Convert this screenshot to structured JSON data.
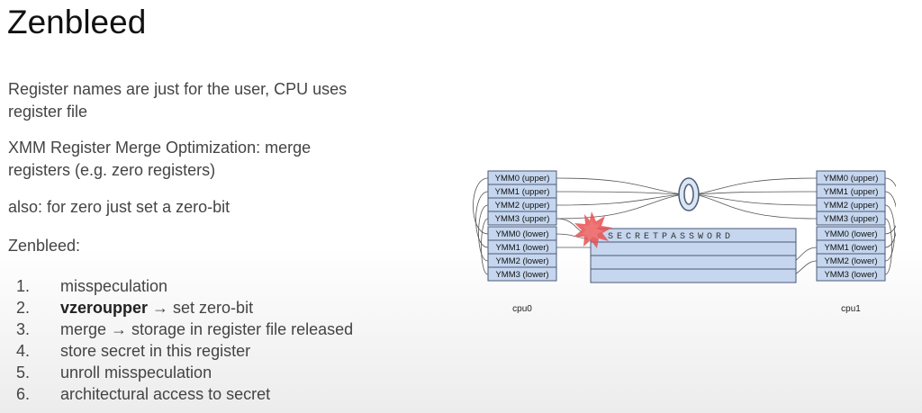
{
  "slide": {
    "title": "Zenbleed",
    "paragraphs": [
      "Register names are just for the user, CPU uses register file",
      "XMM Register Merge Optimization: merge registers (e.g. zero registers)",
      "also: for zero just set a zero-bit",
      "Zenbleed:"
    ],
    "steps": [
      {
        "num": "1.",
        "text": "misspeculation"
      },
      {
        "num": "2.",
        "bold": "vzeroupper",
        "text": " → set zero-bit"
      },
      {
        "num": "3.",
        "text": "merge → storage in register file released"
      },
      {
        "num": "4.",
        "text": "store secret in this register"
      },
      {
        "num": "5.",
        "text": "unroll misspeculation"
      },
      {
        "num": "6.",
        "text": "architectural access to secret"
      }
    ]
  },
  "diagram": {
    "cpu0": {
      "label": "cpu0",
      "registers": [
        "YMM0 (upper)",
        "YMM1 (upper)",
        "YMM2 (upper)",
        "YMM3 (upper)",
        "YMM0 (lower)",
        "YMM1 (lower)",
        "YMM2 (lower)",
        "YMM3 (lower)"
      ]
    },
    "cpu1": {
      "label": "cpu1",
      "registers": [
        "YMM0 (upper)",
        "YMM1 (upper)",
        "YMM2 (upper)",
        "YMM3 (upper)",
        "YMM0 (lower)",
        "YMM1 (lower)",
        "YMM2 (lower)",
        "YMM3 (lower)"
      ]
    },
    "register_file": {
      "secret": "SECRETPASSWORD"
    },
    "colors": {
      "register_fill": "#c5d6ee",
      "register_stroke": "#4a5a78",
      "burst": "#e85050",
      "zero_bit_fill": "#dbe6f4"
    }
  }
}
